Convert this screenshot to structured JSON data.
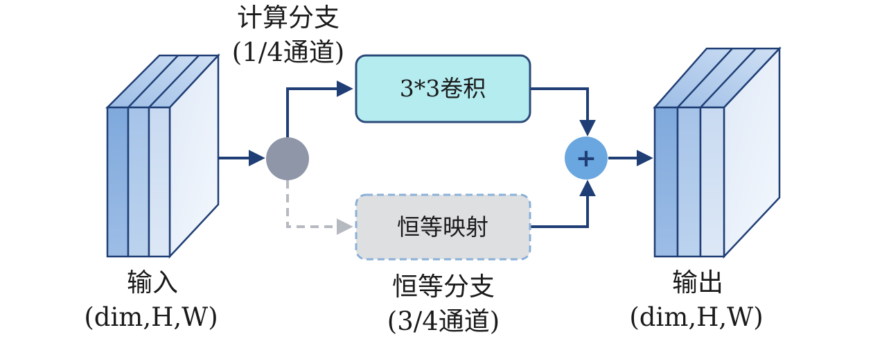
{
  "input": {
    "title": "输入",
    "dims": "(dim,H,W)"
  },
  "output": {
    "title": "输出",
    "dims": "(dim,H,W)"
  },
  "compute_branch": {
    "title": "计算分支",
    "channels": "(1/4通道)",
    "box_label": "3*3卷积"
  },
  "identity_branch": {
    "title": "恒等分支",
    "channels": "(3/4通道)",
    "box_label": "恒等映射"
  },
  "add_symbol": "+",
  "colors": {
    "arrow": "#1f3e75",
    "dashed_arrow": "#b5b9c0",
    "split_node": "#8e96a8",
    "add_node": "#6aa6df",
    "conv_fill": "#b4ecef",
    "conv_stroke": "#2b4a78",
    "identity_fill": "#dedfe1",
    "identity_stroke": "#8ab0d8",
    "slab_stroke": "#1f3e75"
  }
}
